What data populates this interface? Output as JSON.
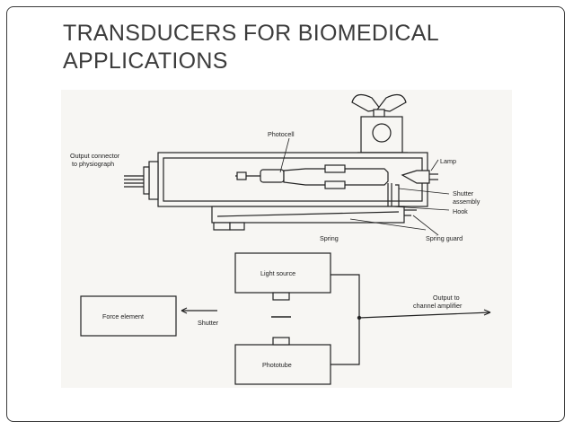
{
  "slide": {
    "title_line1": "TRANSDUCERS FOR BIOMEDICAL",
    "title_line2": "APPLICATIONS"
  },
  "top_diagram": {
    "photocell": "Photocell",
    "output_connector_1": "Output connector",
    "output_connector_2": "to physiograph",
    "lamp": "Lamp",
    "shutter_assembly_1": "Shutter",
    "shutter_assembly_2": "assembly",
    "hook": "Hook",
    "spring": "Spring",
    "spring_guard": "Spring guard"
  },
  "block_diagram": {
    "light_source": "Light source",
    "force_element": "Force element",
    "shutter": "Shutter",
    "phototube": "Phototube",
    "output_1": "Output to",
    "output_2": "channel amplifier"
  },
  "colors": {
    "frame": "#3a3a3a",
    "title": "#3c3c3c",
    "figure_background": "#f7f6f3",
    "ink": "#222222"
  }
}
